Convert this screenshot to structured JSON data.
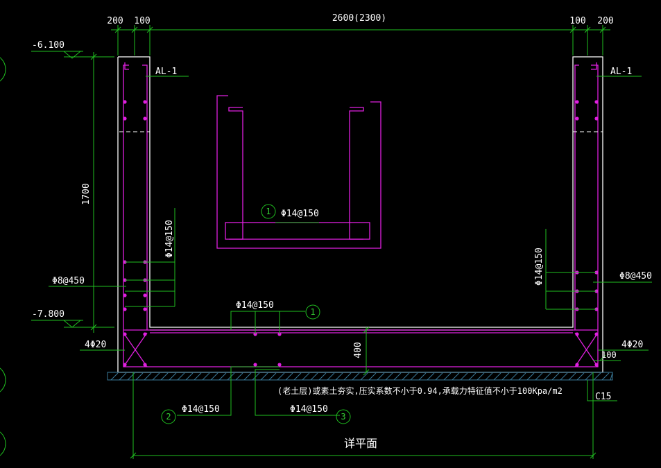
{
  "colors": {
    "background": "#000000",
    "concrete": "#ffffff",
    "rebar": "#e020e0",
    "dimension": "#20c020",
    "leader": "#20c020",
    "text": "#ffffff",
    "cushion": "#3a7a9a"
  },
  "dimensions": {
    "top_left_200": "200",
    "top_left_100": "100",
    "top_span": "2600(2300)",
    "top_right_100": "100",
    "top_right_200": "200",
    "left_height": "1700",
    "slab_thickness": "400",
    "cushion_overhang": "100"
  },
  "elevations": {
    "top": "-6.100",
    "bottom": "-7.800"
  },
  "labels": {
    "beam_left": "AL-1",
    "beam_right": "AL-1",
    "wall_rebar_left": "Φ14@150",
    "wall_rebar_right": "Φ14@150",
    "stirrup_left": "Φ8@450",
    "stirrup_right": "Φ8@450",
    "corner_left": "4Φ20",
    "corner_right": "4Φ20",
    "slab_top_rebar": "Φ14@150",
    "slab_bottom_rebar_2": "Φ14@150",
    "slab_bottom_rebar_3": "Φ14@150",
    "detail_rebar": "Φ14@150",
    "cushion": "C15",
    "soil_note": "(老土层)或素土夯实,压实系数不小于0.94,承载力特征值不小于100Kpa/m2",
    "section_title": "详平面"
  },
  "markers": {
    "m1_detail": "1",
    "m1_slab": "1",
    "m2": "2",
    "m3": "3"
  }
}
